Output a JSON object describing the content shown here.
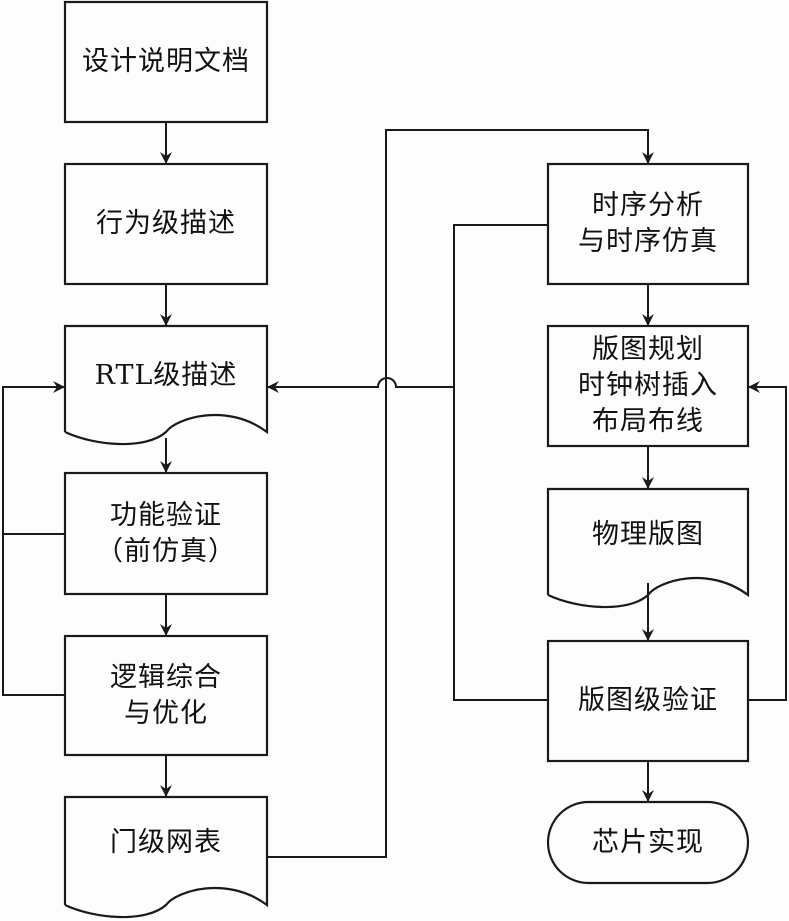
{
  "diagram": {
    "type": "flowchart",
    "stroke_color": "#1a1a1a",
    "nodes": [
      {
        "id": "design-spec",
        "shape": "rect",
        "label": "设计说明文档"
      },
      {
        "id": "behavioral",
        "shape": "rect",
        "label": "行为级描述"
      },
      {
        "id": "rtl",
        "shape": "document",
        "label": "RTL级描述"
      },
      {
        "id": "func-verify",
        "shape": "rect",
        "label": "功能验证\n（前仿真）"
      },
      {
        "id": "synthesis",
        "shape": "rect",
        "label": "逻辑综合\n与优化"
      },
      {
        "id": "netlist",
        "shape": "document",
        "label": "门级网表"
      },
      {
        "id": "timing",
        "shape": "rect",
        "label": "时序分析\n与时序仿真"
      },
      {
        "id": "floorplan",
        "shape": "rect",
        "label": "版图规划\n时钟树插入\n布局布线"
      },
      {
        "id": "physical-layout",
        "shape": "document",
        "label": "物理版图"
      },
      {
        "id": "layout-verify",
        "shape": "rect",
        "label": "版图级验证"
      },
      {
        "id": "chip",
        "shape": "terminator",
        "label": "芯片实现"
      }
    ],
    "edges": [
      {
        "from": "design-spec",
        "to": "behavioral"
      },
      {
        "from": "behavioral",
        "to": "rtl"
      },
      {
        "from": "rtl",
        "to": "func-verify"
      },
      {
        "from": "func-verify",
        "to": "synthesis"
      },
      {
        "from": "synthesis",
        "to": "netlist"
      },
      {
        "from": "func-verify",
        "to": "rtl",
        "kind": "feedback"
      },
      {
        "from": "synthesis",
        "to": "rtl",
        "kind": "feedback"
      },
      {
        "from": "netlist",
        "to": "timing"
      },
      {
        "from": "timing",
        "to": "floorplan"
      },
      {
        "from": "floorplan",
        "to": "physical-layout"
      },
      {
        "from": "physical-layout",
        "to": "layout-verify"
      },
      {
        "from": "layout-verify",
        "to": "chip"
      },
      {
        "from": "timing",
        "to": "rtl",
        "kind": "feedback"
      },
      {
        "from": "layout-verify",
        "to": "rtl",
        "kind": "feedback"
      },
      {
        "from": "layout-verify",
        "to": "floorplan",
        "kind": "feedback"
      }
    ]
  }
}
